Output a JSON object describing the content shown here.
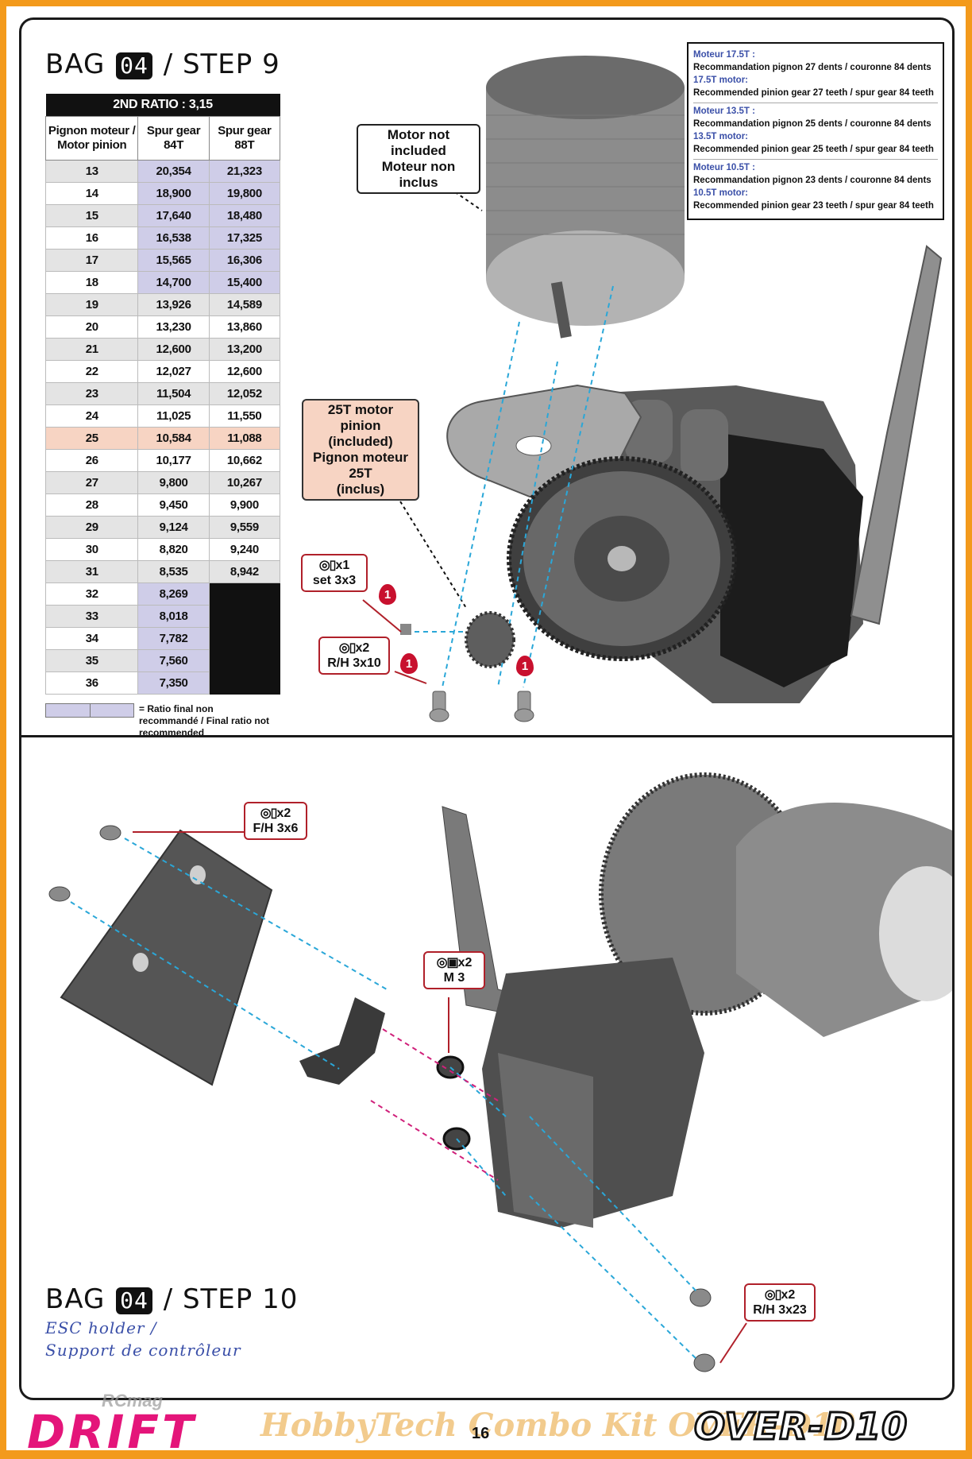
{
  "step9": {
    "bag_label": "BAG",
    "bag_number": "04",
    "step_label": "/ STEP 9",
    "ratio_table": {
      "caption": "2ND RATIO : 3,15",
      "headers": [
        "Pignon moteur / Motor pinion",
        "Spur gear 84T",
        "Spur gear 88T"
      ],
      "rows": [
        [
          "13",
          "20,354",
          "21,323"
        ],
        [
          "14",
          "18,900",
          "19,800"
        ],
        [
          "15",
          "17,640",
          "18,480"
        ],
        [
          "16",
          "16,538",
          "17,325"
        ],
        [
          "17",
          "15,565",
          "16,306"
        ],
        [
          "18",
          "14,700",
          "15,400"
        ],
        [
          "19",
          "13,926",
          "14,589"
        ],
        [
          "20",
          "13,230",
          "13,860"
        ],
        [
          "21",
          "12,600",
          "13,200"
        ],
        [
          "22",
          "12,027",
          "12,600"
        ],
        [
          "23",
          "11,504",
          "12,052"
        ],
        [
          "24",
          "11,025",
          "11,550"
        ],
        [
          "25",
          "10,584",
          "11,088"
        ],
        [
          "26",
          "10,177",
          "10,662"
        ],
        [
          "27",
          "9,800",
          "10,267"
        ],
        [
          "28",
          "9,450",
          "9,900"
        ],
        [
          "29",
          "9,124",
          "9,559"
        ],
        [
          "30",
          "8,820",
          "9,240"
        ],
        [
          "31",
          "8,535",
          "8,942"
        ],
        [
          "32",
          "8,269",
          ""
        ],
        [
          "33",
          "8,018",
          ""
        ],
        [
          "34",
          "7,782",
          ""
        ],
        [
          "35",
          "7,560",
          ""
        ],
        [
          "36",
          "7,350",
          ""
        ]
      ],
      "legend": "= Ratio final non recommandé / Final ratio not recommended"
    },
    "info_box": [
      {
        "fr_label": "Moteur 17.5T :",
        "fr_text": "Recommandation pignon 27 dents / couronne 84 dents",
        "en_label": "17.5T motor:",
        "en_text": "Recommended pinion gear 27 teeth / spur gear 84 teeth"
      },
      {
        "fr_label": "Moteur 13.5T :",
        "fr_text": "Recommandation pignon 25 dents / couronne 84 dents",
        "en_label": "13.5T motor:",
        "en_text": "Recommended pinion gear 25 teeth / spur gear 84 teeth"
      },
      {
        "fr_label": "Moteur 10.5T :",
        "fr_text": "Recommandation pignon 23 dents / couronne 84 dents",
        "en_label": "10.5T motor:",
        "en_text": "Recommended pinion gear 23 teeth / spur gear 84 teeth"
      }
    ],
    "callout_motor": {
      "line1": "Motor not included",
      "line2": "Moteur non inclus"
    },
    "callout_pinion": {
      "line1": "25T motor pinion",
      "line2": "(included)",
      "line3": "Pignon moteur 25T",
      "line4": "(inclus)"
    },
    "hw_set": {
      "qty": "x1",
      "name": "set 3x3"
    },
    "hw_rh": {
      "qty": "x2",
      "name": "R/H 3x10"
    },
    "drop_label": "1"
  },
  "step10": {
    "bag_label": "BAG",
    "bag_number": "04",
    "step_label": "/ STEP 10",
    "sub_en": "ESC holder /",
    "sub_fr": "Support de contrôleur",
    "hw_fh": {
      "qty": "x2",
      "name": "F/H 3x6"
    },
    "hw_m3": {
      "qty": "x2",
      "name": "M 3"
    },
    "hw_rh": {
      "qty": "x2",
      "name": "R/H 3x23"
    }
  },
  "footer": {
    "page_number": "16",
    "brand_left": "DRIFT",
    "brand_rc": "RCmag",
    "watermark": "HobbyTech Combo Kit OVER-D10",
    "brand_right": "OVER-D10"
  }
}
